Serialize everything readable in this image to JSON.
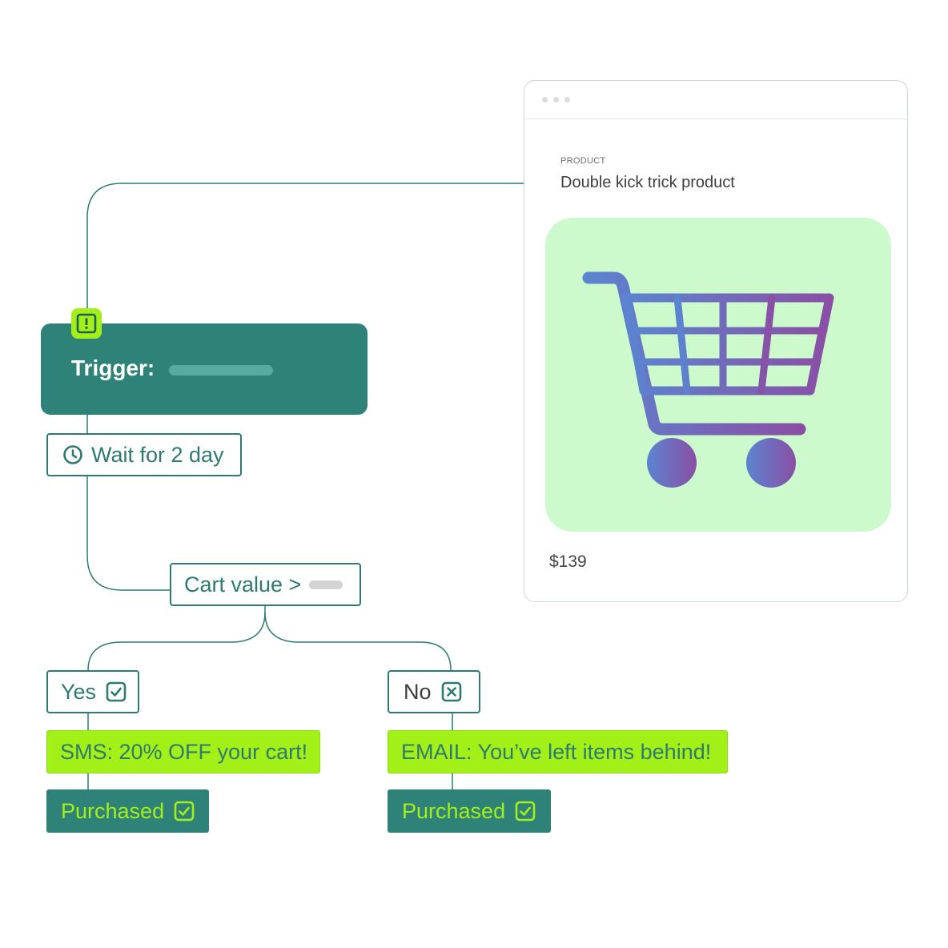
{
  "product_card": {
    "kicker": "PRODUCT",
    "title": "Double kick trick product",
    "price": "$139",
    "image_icon": "shopping-cart-icon"
  },
  "workflow": {
    "trigger_label": "Trigger:",
    "wait_label": "Wait for 2 day",
    "condition_label": "Cart value >",
    "yes_label": "Yes",
    "no_label": "No",
    "sms_label": "SMS: 20% OFF your cart!",
    "email_label": "EMAIL: You’ve left items behind!",
    "purchased_label_yes": "Purchased",
    "purchased_label_no": "Purchased"
  },
  "colors": {
    "teal": "#2f8278",
    "lime": "#a3f018",
    "mint": "#ccfacc",
    "cart_gradient_start": "#5b84d0",
    "cart_gradient_end": "#8a4fa4"
  }
}
